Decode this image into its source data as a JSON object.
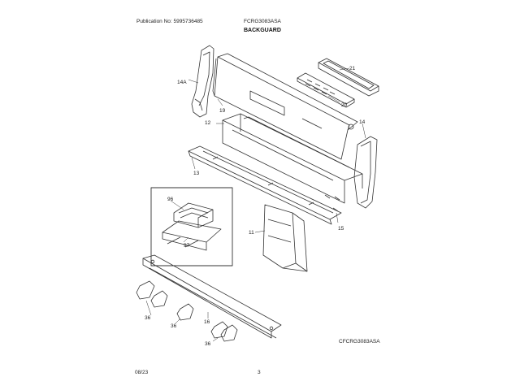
{
  "header": {
    "publication": "Publication No: 5995736485",
    "model": "FCRG3083ASA",
    "section_title": "BACKGUARD"
  },
  "callouts": {
    "c14a": "14A",
    "c19": "19",
    "c21": "21",
    "c20": "20",
    "c12": "12",
    "c14": "14",
    "c13": "13",
    "c96": "96",
    "c97": "97",
    "c11": "11",
    "c15": "15",
    "c36a": "36",
    "c36b": "36",
    "c16": "16",
    "c36c": "36"
  },
  "figure_code": "CFCRG3083ASA",
  "footer": {
    "date": "08/23",
    "page": "3"
  }
}
